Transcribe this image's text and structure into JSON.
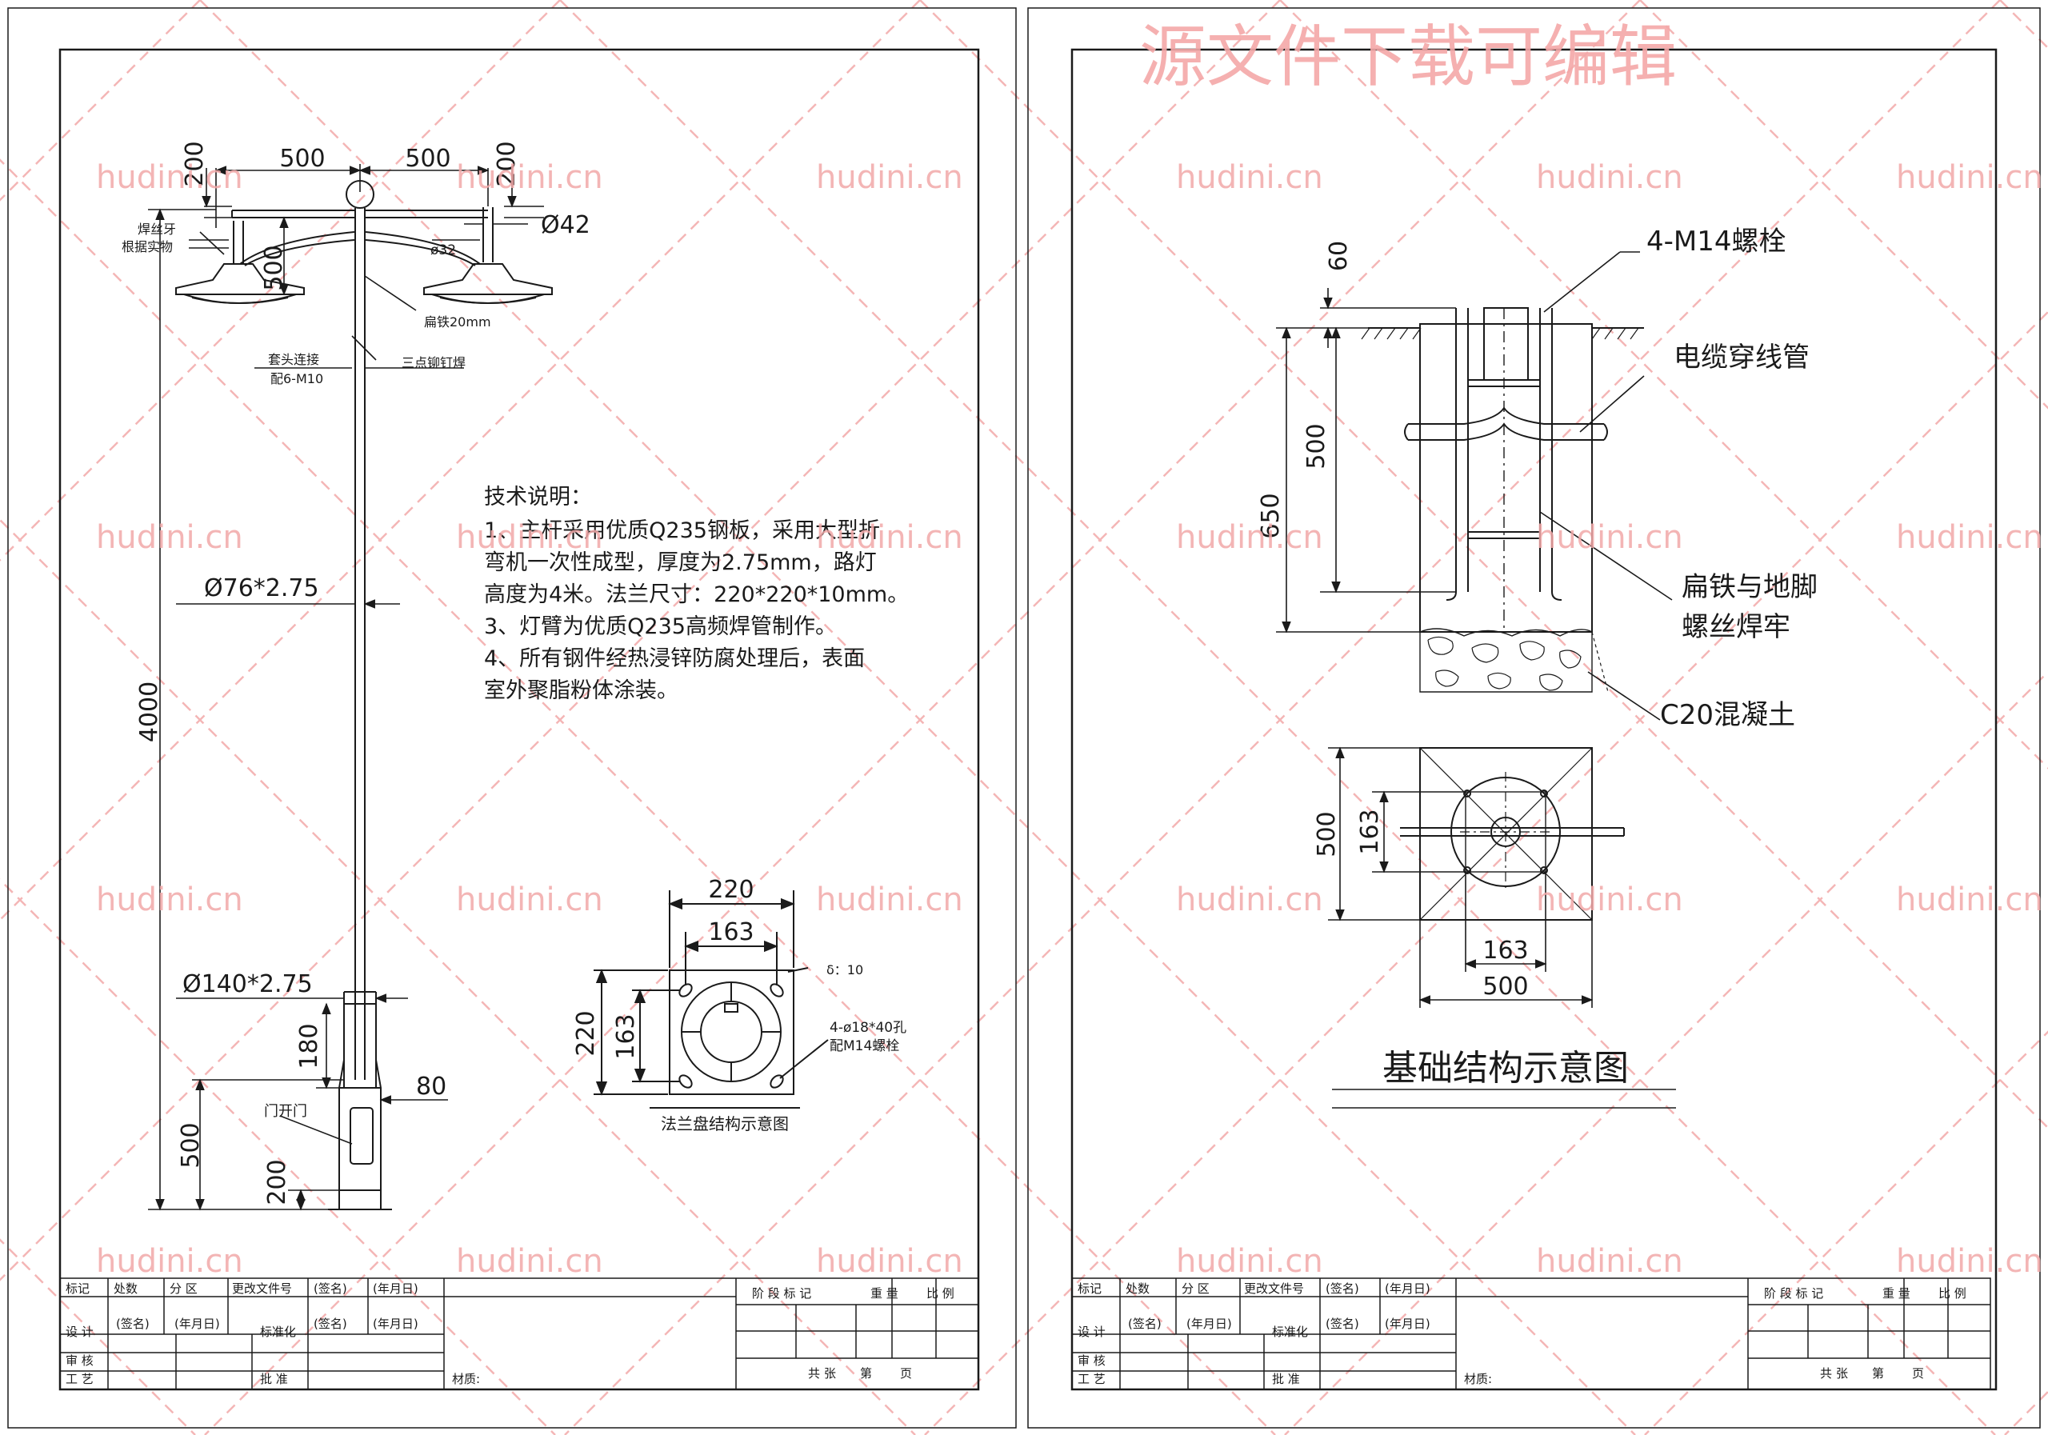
{
  "watermark": {
    "banner": "源文件下载可编辑",
    "site": "hudini.cn"
  },
  "left_sheet": {
    "dims": {
      "arm_left": "500",
      "arm_right": "500",
      "cap_left": "200",
      "cap_right": "200",
      "drop": "500",
      "lamp_dia": "Ø42",
      "arm_tube": "ø32",
      "pole_upper": "Ø76*2.75",
      "pole_lower": "Ø140*2.75",
      "total_height": "4000",
      "base_180": "180",
      "base_80": "80",
      "base_500": "500",
      "base_200": "200"
    },
    "notes": {
      "weld_1": "焊丝牙",
      "weld_2": "根据实物",
      "flat_iron": "扁铁20mm",
      "socket_1": "套头连接",
      "socket_2": "配6-M10",
      "three_point": "三点铆钉焊",
      "door": "门开门"
    },
    "tech": {
      "title": "技术说明：",
      "lines": [
        "1、主杆采用优质Q235钢板，采用大型折",
        "弯机一次性成型，厚度为2.75mm，路灯",
        "高度为4米。法兰尺寸：220*220*10mm。",
        "3、灯臂为优质Q235高频焊管制作。",
        "4、所有钢件经热浸锌防腐处理后，表面",
        "室外聚脂粉体涂装。"
      ]
    },
    "flange": {
      "w220": "220",
      "w163": "163",
      "h220": "220",
      "h163": "163",
      "thickness": "δ：10",
      "holes_1": "4-ø18*40孔",
      "holes_2": "配M14螺栓",
      "caption": "法兰盘结构示意图"
    }
  },
  "right_sheet": {
    "dims": {
      "d60": "60",
      "d500": "500",
      "d650": "650",
      "plan_500v": "500",
      "plan_163v": "163",
      "plan_163h": "163",
      "plan_500h": "500"
    },
    "labels": {
      "bolts": "4-M14螺栓",
      "conduit": "电缆穿线管",
      "weld_1": "扁铁与地脚",
      "weld_2": "螺丝焊牢",
      "concrete": "C20混凝土"
    },
    "title": "基础结构示意图"
  },
  "title_block": {
    "r1": [
      "标记",
      "处数",
      "分 区",
      "更改文件号",
      "(签名)",
      "(年月日)"
    ],
    "r2": [
      "设 计",
      "(签名)",
      "(年月日)",
      "标准化",
      "(签名)",
      "(年月日)"
    ],
    "r3": [
      "审 核"
    ],
    "r4": [
      "工 艺",
      "批 准"
    ],
    "material": "材质:",
    "stage": "阶 段 标 记",
    "weight": "重 量",
    "scale": "比 例",
    "total": "共",
    "sheet": "张",
    "page": "第",
    "page_unit": "页"
  },
  "colors": {
    "line": "#1a1a1a",
    "watermark": "#f3b3b3",
    "banner": "#f4aaaa"
  }
}
